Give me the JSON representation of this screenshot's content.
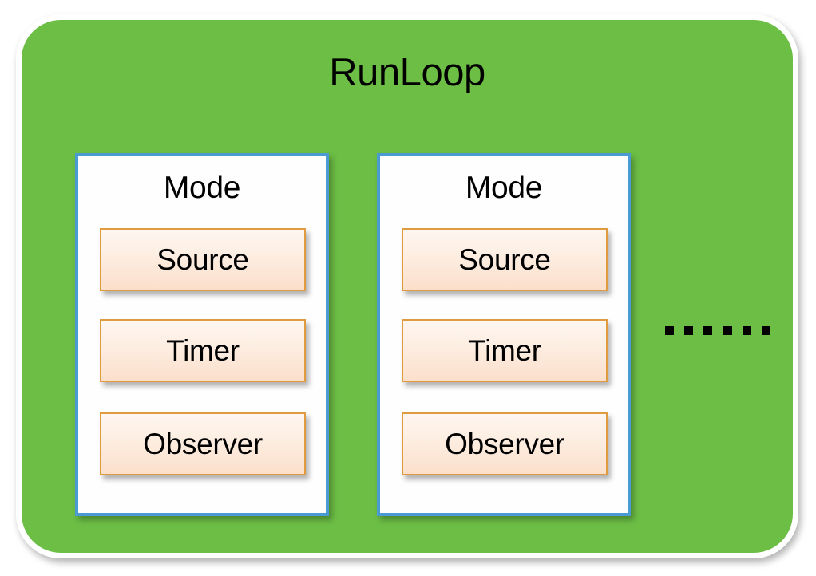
{
  "diagram": {
    "title": "RunLoop",
    "colors": {
      "panel_green": "#6CBE45",
      "mode_border_blue": "#4A9BD4",
      "item_border_orange": "#E09B40",
      "item_fill_top": "#FEF6F0",
      "item_fill_bottom": "#FBDFCB",
      "text_black": "#000000",
      "canvas_white": "#FFFFFF"
    },
    "modes": [
      {
        "label": "Mode",
        "items": [
          {
            "label": "Source"
          },
          {
            "label": "Timer"
          },
          {
            "label": "Observer"
          }
        ]
      },
      {
        "label": "Mode",
        "items": [
          {
            "label": "Source"
          },
          {
            "label": "Timer"
          },
          {
            "label": "Observer"
          }
        ]
      }
    ],
    "continuation": {
      "name": "ellipsis-dots",
      "dot_count": 6,
      "text": "......"
    }
  }
}
